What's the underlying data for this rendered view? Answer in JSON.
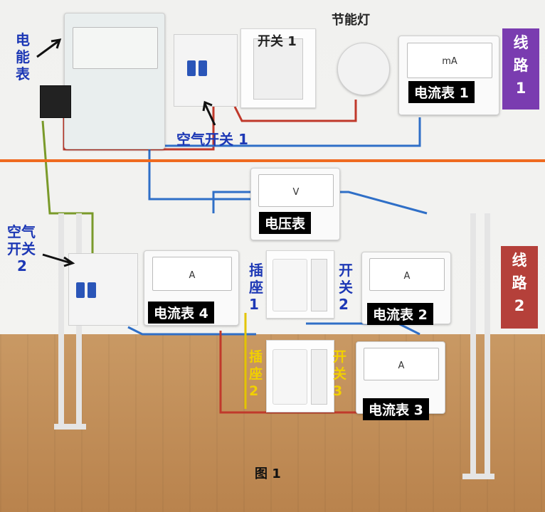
{
  "labels": {
    "energy_meter": [
      "电",
      "能",
      "表"
    ],
    "air_switch_1": "空气开关 1",
    "switch_1": "开关 1",
    "lamp": "节能灯",
    "ammeter_1": "电流表 1",
    "line_1": [
      "线",
      "路",
      "1"
    ],
    "voltmeter": "电压表",
    "air_switch_2": [
      "空气",
      "开关",
      "2"
    ],
    "ammeter_4": "电流表 4",
    "socket_1": [
      "插",
      "座",
      "1"
    ],
    "switch_2": [
      "开",
      "关",
      "2"
    ],
    "ammeter_2": "电流表 2",
    "line_2": [
      "线",
      "路",
      "2"
    ],
    "socket_2": [
      "插",
      "座",
      "2"
    ],
    "switch_3": [
      "开",
      "关",
      "3"
    ],
    "ammeter_3": "电流表 3",
    "figure": "图 1"
  },
  "dial_units": {
    "ammeter_1": "mA",
    "voltmeter": "V",
    "ammeter_4": "A",
    "ammeter_2": "A",
    "ammeter_3": "A"
  },
  "colors": {
    "divider": "#ef6a20",
    "line_1_box": "#7a3cb0",
    "line_2_box": "#b5403a",
    "label_blue": "#1d38b5",
    "label_yellow": "#f1d000"
  }
}
